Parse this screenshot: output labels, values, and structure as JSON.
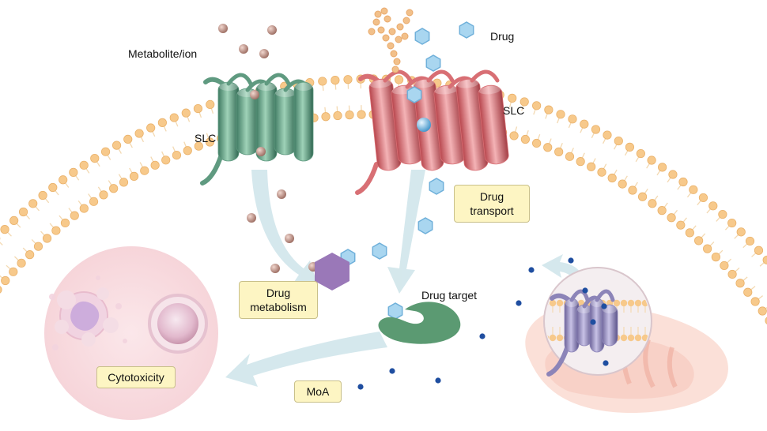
{
  "labels": {
    "metabolite_ion": "Metabolite/ion",
    "drug": "Drug",
    "slc_left": "SLC",
    "slc_right": "SLC",
    "drug_target": "Drug target"
  },
  "boxes": {
    "drug_transport": [
      "Drug",
      "transport"
    ],
    "drug_metabolism": [
      "Drug",
      "metabolism"
    ],
    "cytotoxicity": "Cytotoxicity",
    "moa": "MoA"
  },
  "colors": {
    "membrane_head": "#f7c98b",
    "membrane_tail": "#f3d9b2",
    "slc_green": "#5f9a80",
    "slc_red": "#d86f74",
    "slc_purple": "#8c84b8",
    "metabolite": "#b5857a",
    "drug": "#8fc6e6",
    "drug_target": "#5b9a72",
    "metabolism_enzyme": "#9a78b8",
    "small_dot": "#1f4ea0",
    "arrow": "#cfe4ea",
    "label_box": "#fdf5c3"
  }
}
